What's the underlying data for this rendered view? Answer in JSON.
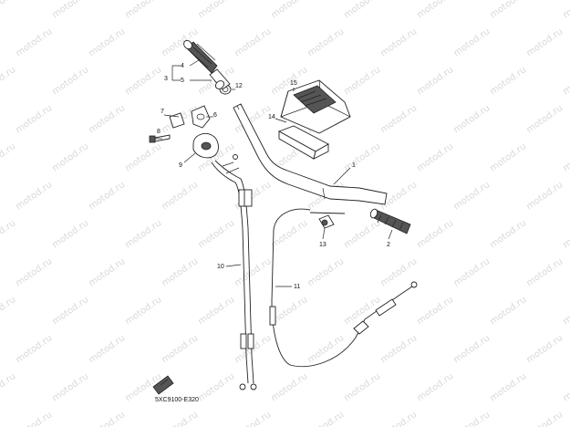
{
  "diagram": {
    "code": "5XC9100-E320",
    "watermark": "motod.ru",
    "callouts": [
      "1",
      "2",
      "3",
      "4",
      "5",
      "6",
      "7",
      "8",
      "9",
      "10",
      "11",
      "12",
      "13",
      "14",
      "15"
    ]
  }
}
